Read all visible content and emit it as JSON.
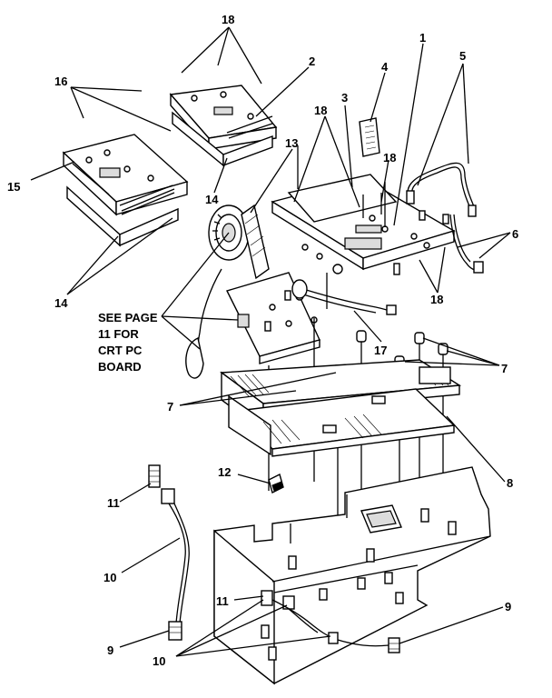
{
  "callouts": {
    "c1": "1",
    "c2": "2",
    "c3": "3",
    "c4": "4",
    "c5": "5",
    "c6": "6",
    "c7a": "7",
    "c7b": "7",
    "c8": "8",
    "c9a": "9",
    "c9b": "9",
    "c10a": "10",
    "c10b": "10",
    "c11a": "11",
    "c11b": "11",
    "c12": "12",
    "c13": "13",
    "c14a": "14",
    "c14b": "14",
    "c15": "15",
    "c16": "16",
    "c17": "17",
    "c18a": "18",
    "c18b": "18",
    "c18c": "18",
    "c18d": "18"
  },
  "note": {
    "line1": "SEE PAGE",
    "line2": "11 FOR",
    "line3": "CRT PC",
    "line4": "BOARD"
  }
}
